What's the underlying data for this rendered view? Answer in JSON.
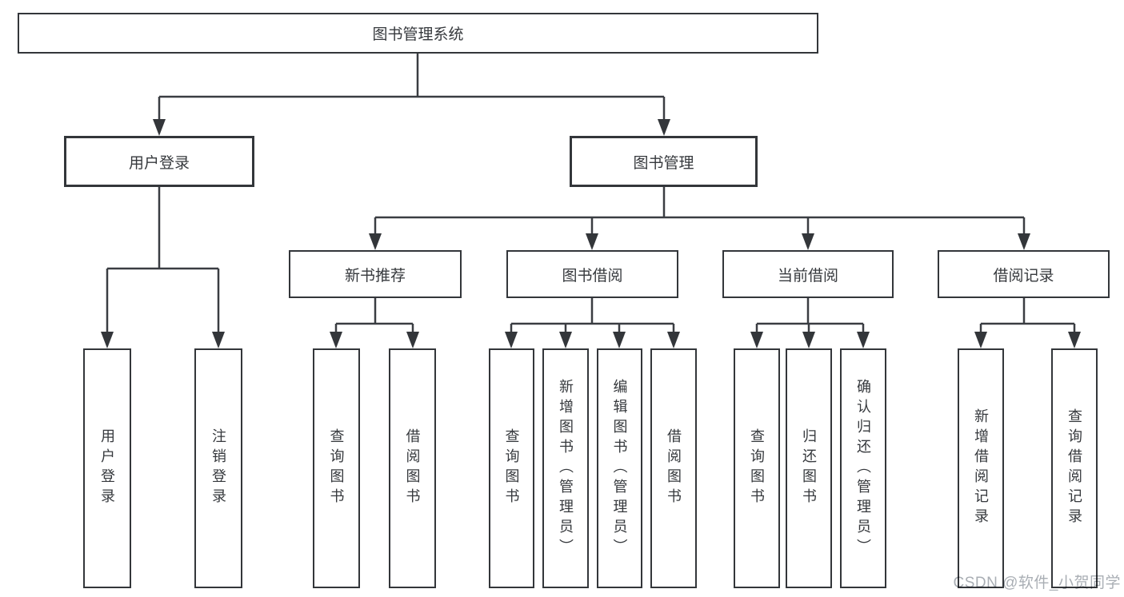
{
  "tree": {
    "root": {
      "label": "图书管理系统"
    },
    "branches": [
      {
        "label": "用户登录",
        "children": [
          {
            "label": "用户登录"
          },
          {
            "label": "注销登录"
          }
        ]
      },
      {
        "label": "图书管理",
        "groups": [
          {
            "label": "新书推荐",
            "children": [
              {
                "label": "查询图书"
              },
              {
                "label": "借阅图书"
              }
            ]
          },
          {
            "label": "图书借阅",
            "children": [
              {
                "label": "查询图书"
              },
              {
                "label": "新增图书（管理员）"
              },
              {
                "label": "编辑图书（管理员）"
              },
              {
                "label": "借阅图书"
              }
            ]
          },
          {
            "label": "当前借阅",
            "children": [
              {
                "label": "查询图书"
              },
              {
                "label": "归还图书"
              },
              {
                "label": "确认归还（管理员）"
              }
            ]
          },
          {
            "label": "借阅记录",
            "children": [
              {
                "label": "新增借阅记录"
              },
              {
                "label": "查询借阅记录"
              }
            ]
          }
        ]
      }
    ]
  },
  "watermark": {
    "text": "CSDN @软件_小贺同学",
    "color": "#a9aeb4"
  },
  "colors": {
    "line": "#3a3d42",
    "border": "#33363a",
    "text": "#36393d",
    "background": "#ffffff"
  }
}
